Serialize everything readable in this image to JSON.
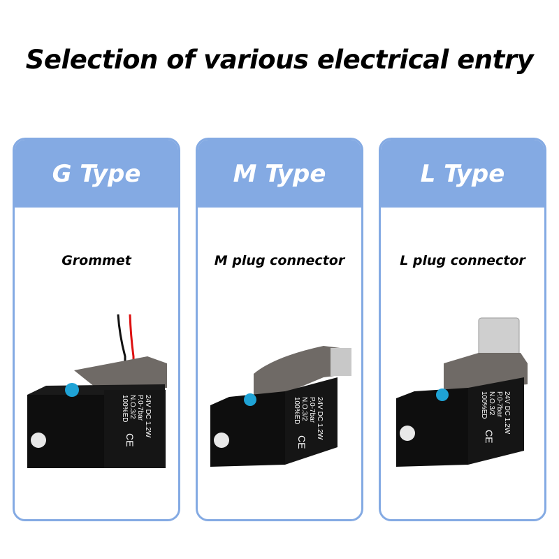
{
  "title": "Selection of various electrical entry",
  "colors": {
    "accent": "#84aae3",
    "button": "#1fa3d6",
    "body": "#151515",
    "cover": "#6f6a66"
  },
  "cards": [
    {
      "type": "G Type",
      "subtitle": "Grommet",
      "icon": "grommet-valve-image"
    },
    {
      "type": "M Type",
      "subtitle": "M plug connector",
      "icon": "m-plug-valve-image"
    },
    {
      "type": "L Type",
      "subtitle": "L plug connector",
      "icon": "l-plug-valve-image"
    }
  ],
  "valve_label": {
    "line1": "24V DC  1.2W",
    "line2": "P.0-7bar",
    "line3": "N.O.3/2",
    "line4": "100%ED",
    "mark": "CE"
  }
}
